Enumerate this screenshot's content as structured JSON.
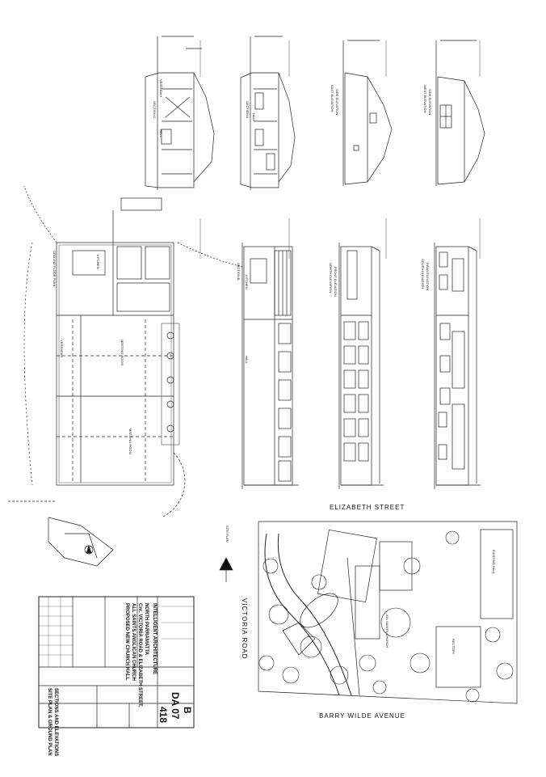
{
  "drawing": {
    "views": {
      "section_c": "SECTION C",
      "section_a": "SECTION A",
      "east_elevation": "EAST ELEVATION",
      "east_sub": "SIDE ELEVATION",
      "west_elevation": "WEST ELEVATION",
      "west_sub": "SIDE ELEVATION",
      "section_b": "SECTION B",
      "north_elevation": "NORTH ELEVATION",
      "north_sub": "FRONT ELEVATION",
      "south_elevation": "SOUTH ELEVATION",
      "south_sub": "REAR ELEVATION",
      "ground_floor_plan": "GROUND FLOOR PLAN",
      "site_plan": "SITE PLAN"
    },
    "rooms": {
      "hall": "HALL",
      "verandah": "VERANDAH",
      "kitchen": "KITCHEN",
      "meeting_room_1": "MEETING ROOM",
      "meeting_room_2": "MEETING ROOM"
    },
    "streets": {
      "elizabeth": "ELIZABETH STREET",
      "victoria": "VICTORIA ROAD",
      "barry_wilde": "BARRY WILDE AVENUE"
    },
    "site_labels": {
      "church": "ALL SAINTS CHURCH",
      "rectory": "RECTORY",
      "existing_hall": "EXISTING HALL"
    }
  },
  "title_block": {
    "project_line1": "PROPOSED NEW CHURCH HALL",
    "project_line2": "ALL SAINTS ANGLICAN CHURCH",
    "project_line3": "Cnr. VICTORIA ROAD & ELIZABETH STREET,",
    "project_line4": "NORTH PARRAMATTA",
    "firm": "INTELLIGENT ARCHITECTURE",
    "drawing_title_1": "SITE PLAN & GROUND PLAN",
    "drawing_title_2": "SECTIONS AND ELEVATIONS",
    "job_number": "418",
    "drawing_number": "DA 07",
    "revision": "B"
  }
}
